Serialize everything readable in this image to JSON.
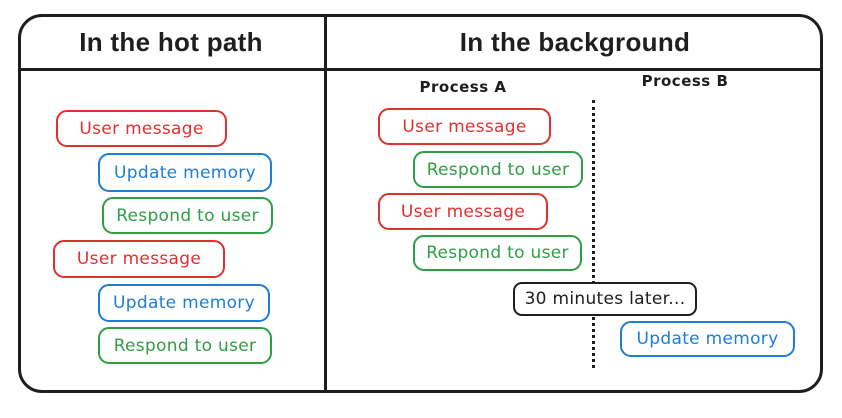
{
  "hot_path": {
    "title": "In the hot path",
    "steps": [
      {
        "label": "User message",
        "color": "#e03131"
      },
      {
        "label": "Update memory",
        "color": "#1c7ed6"
      },
      {
        "label": "Respond to user",
        "color": "#2f9e44"
      },
      {
        "label": "User message",
        "color": "#e03131"
      },
      {
        "label": "Update memory",
        "color": "#1c7ed6"
      },
      {
        "label": "Respond to user",
        "color": "#2f9e44"
      }
    ]
  },
  "background_panel": {
    "title": "In the background",
    "process_a_label": "Process A",
    "process_b_label": "Process B",
    "steps": [
      {
        "label": "User message",
        "color": "#e03131",
        "process": "A"
      },
      {
        "label": "Respond to user",
        "color": "#2f9e44",
        "process": "A"
      },
      {
        "label": "User message",
        "color": "#e03131",
        "process": "A"
      },
      {
        "label": "Respond to user",
        "color": "#2f9e44",
        "process": "A"
      },
      {
        "label": "30 minutes later...",
        "color": "#1e1e1e",
        "process": "between"
      },
      {
        "label": "Update memory",
        "color": "#1c7ed6",
        "process": "B"
      }
    ]
  },
  "colors": {
    "ink": "#1e1e1e",
    "red": "#e03131",
    "blue": "#1c7ed6",
    "green": "#2f9e44",
    "background": "#ffffff"
  }
}
